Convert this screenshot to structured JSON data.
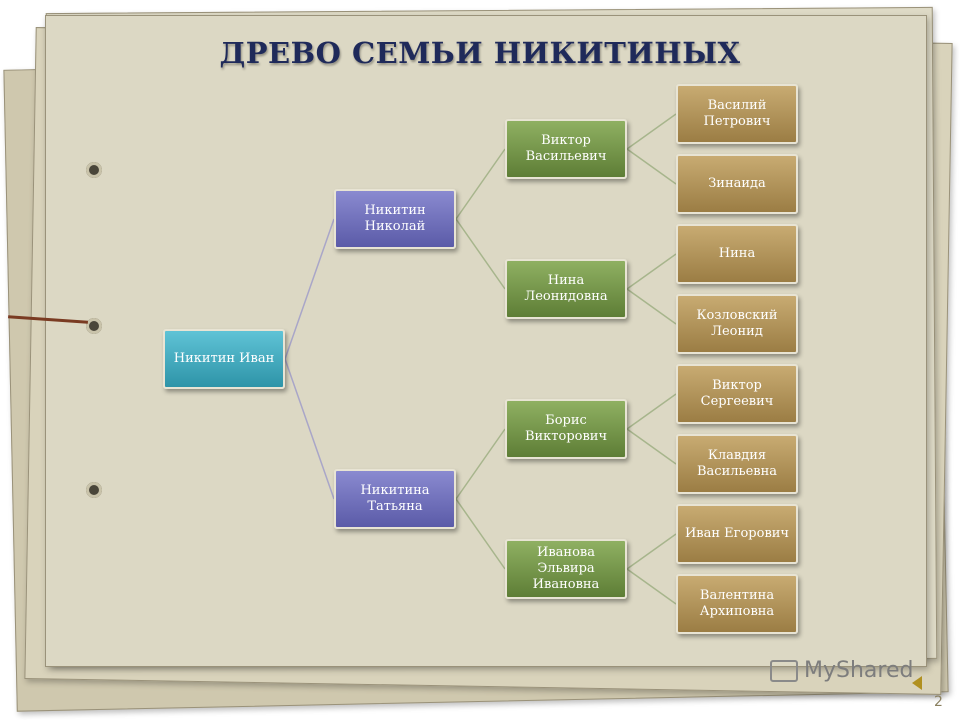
{
  "title": "ДРЕВО СЕМЬИ НИКИТИНЫХ",
  "tree": {
    "root": {
      "lines": [
        "Никитин Иван"
      ]
    },
    "level1": [
      {
        "lines": [
          "Никитин",
          "Николай"
        ]
      },
      {
        "lines": [
          "Никитина",
          "Татьяна"
        ]
      }
    ],
    "level2": [
      {
        "lines": [
          "Виктор",
          "Васильевич"
        ]
      },
      {
        "lines": [
          "Нина",
          "Леонидовна"
        ]
      },
      {
        "lines": [
          "Борис",
          "Викторович"
        ]
      },
      {
        "lines": [
          "Иванова",
          "Эльвира",
          "Ивановна"
        ]
      }
    ],
    "level3": [
      {
        "lines": [
          "Василий",
          "Петрович"
        ]
      },
      {
        "lines": [
          "Зинаида"
        ]
      },
      {
        "lines": [
          "Нина"
        ]
      },
      {
        "lines": [
          "Козловский",
          "Леонид"
        ]
      },
      {
        "lines": [
          "Виктор",
          "Сергеевич"
        ]
      },
      {
        "lines": [
          "Клавдия",
          "Васильевна"
        ]
      },
      {
        "lines": [
          "Иван Егорович"
        ]
      },
      {
        "lines": [
          "Валентина",
          "Архиповна"
        ]
      }
    ]
  },
  "watermark": "MyShared",
  "page_number": "2",
  "colors": {
    "root": "#3aa6bb",
    "level1": "#6a6ab8",
    "level2": "#6f8f44",
    "level3": "#ad8f55",
    "title": "#1f2a5a"
  }
}
